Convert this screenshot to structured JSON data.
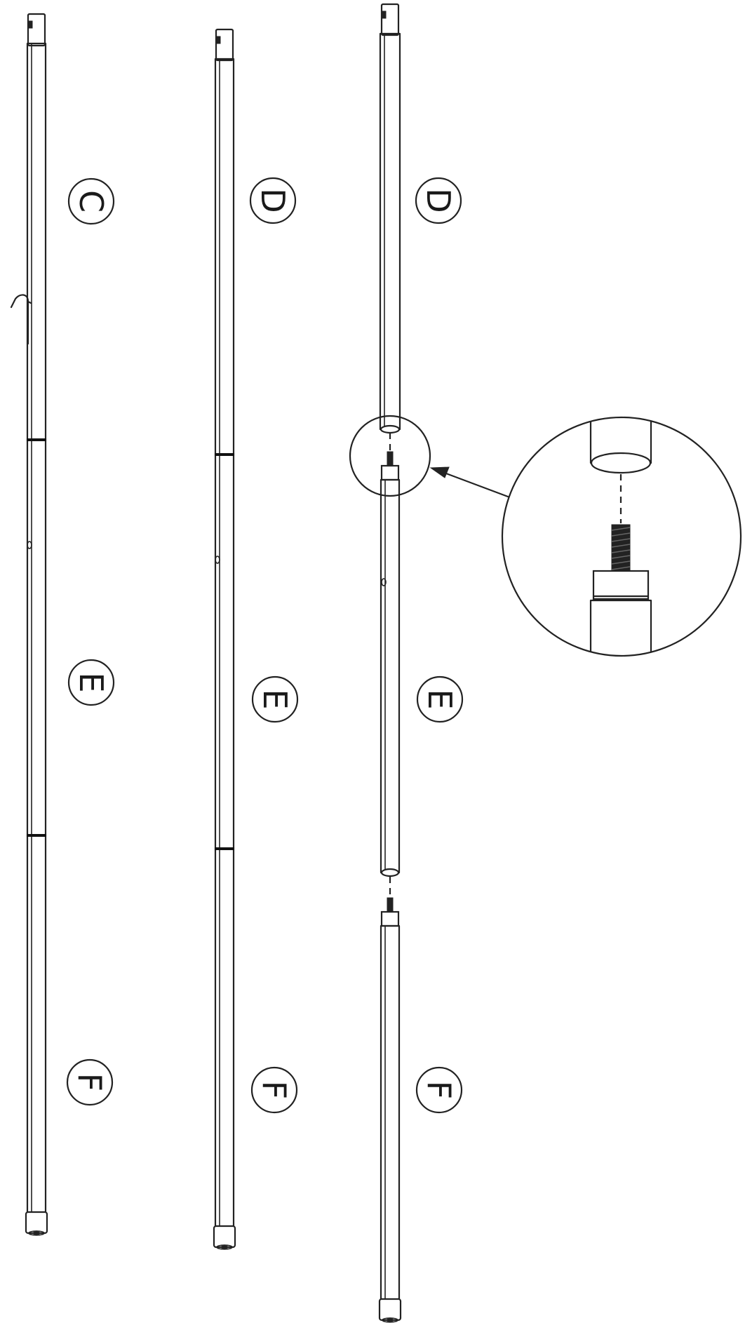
{
  "labels": {
    "col1": {
      "top": "C",
      "mid": "E",
      "bottom": "F"
    },
    "col2": {
      "top": "D",
      "mid": "E",
      "bottom": "F"
    },
    "col3": {
      "top": "D",
      "mid": "E",
      "bottom": "F"
    }
  },
  "icons": {
    "zoom": "magnify-detail-circle",
    "arrow": "leader-arrow",
    "hook": "hook-icon"
  },
  "colors": {
    "line": "#222222",
    "background": "#ffffff"
  }
}
